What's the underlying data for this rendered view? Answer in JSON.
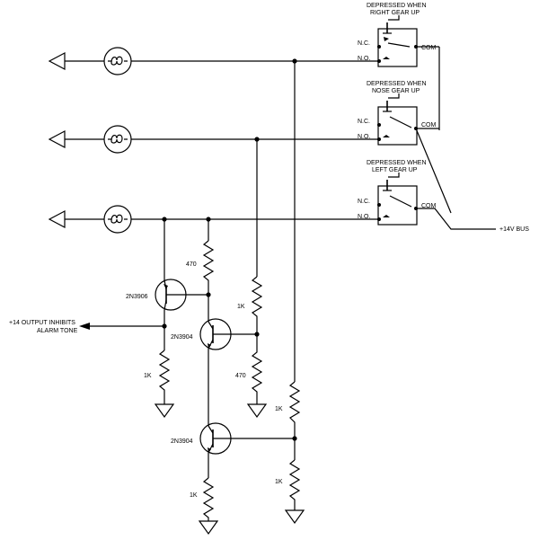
{
  "switches": {
    "right": {
      "line1": "DEPRESSED WHEN",
      "line2": "RIGHT GEAR UP",
      "nc": "N.C.",
      "no": "N.O.",
      "com": "COM"
    },
    "nose": {
      "line1": "DEPRESSED WHEN",
      "line2": "NOSE GEAR UP",
      "nc": "N.C.",
      "no": "N.O.",
      "com": "COM"
    },
    "left": {
      "line1": "DEPRESSED WHEN",
      "line2": "LEFT GEAR UP",
      "nc": "N.C.",
      "no": "N.O.",
      "com": "COM"
    }
  },
  "bus_label": "+14V BUS",
  "output_label": {
    "line1": "+14 OUTPUT INHIBITS",
    "line2": "ALARM TONE"
  },
  "components": {
    "q1": "2N3906",
    "q2": "2N3904",
    "q3": "2N3904",
    "r_470_top": "470",
    "r_1k_out": "1K",
    "r_1k_mid": "1K",
    "r_470_mid": "470",
    "r_1k_right_top": "1K",
    "r_1k_right_bot": "1K",
    "r_1k_bottom": "1K"
  }
}
